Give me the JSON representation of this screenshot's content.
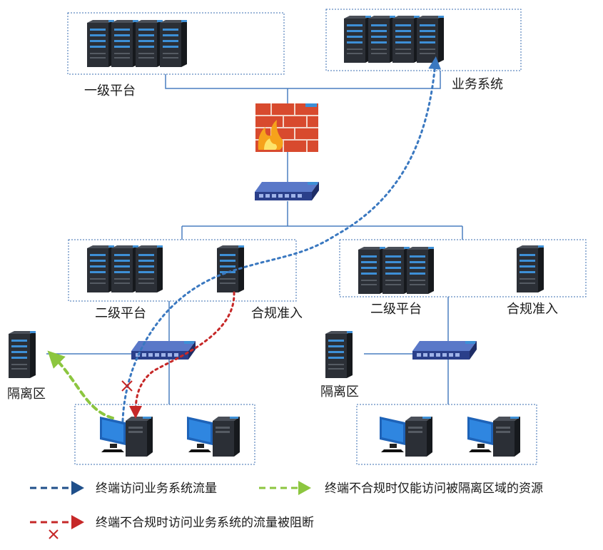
{
  "labels": {
    "level1_platform": "一级平台",
    "business_system": "业务系统",
    "level2_platform_left": "二级平台",
    "compliance_left": "合规准入",
    "level2_platform_right": "二级平台",
    "compliance_right": "合规准入",
    "isolation_left": "隔离区",
    "isolation_right": "隔离区"
  },
  "legend": {
    "blue": "终端访问业务系统流量",
    "green": "终端不合规时仅能访问被隔离区域的资源",
    "red": "终端不合规时访问业务系统的流量被阻断"
  },
  "colors": {
    "blue_flow": "#3a78c0",
    "green_flow": "#8cc63f",
    "red_flow": "#c62828",
    "zone_border": "#3a6db0",
    "link_line": "#4a7fc0"
  },
  "icons": [
    "server-icon",
    "firewall-icon",
    "switch-icon",
    "workstation-icon",
    "blocked-x-icon"
  ]
}
